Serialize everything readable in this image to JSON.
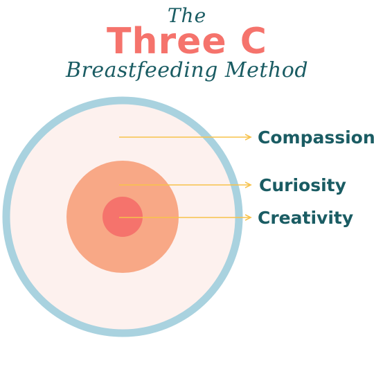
{
  "header": {
    "the": "The",
    "title": "Three C",
    "subtitle": "Breastfeeding Method"
  },
  "colors": {
    "outer_ring": "#a9d2df",
    "outer_fill": "#fdf1ee",
    "middle_fill": "#f8a886",
    "inner_fill": "#f5736c",
    "arrow": "#f7c24a",
    "label": "#1a5c63",
    "title": "#f5736c"
  },
  "layers": [
    {
      "label": "Compassion"
    },
    {
      "label": "Curiosity"
    },
    {
      "label": "Creativity"
    }
  ]
}
